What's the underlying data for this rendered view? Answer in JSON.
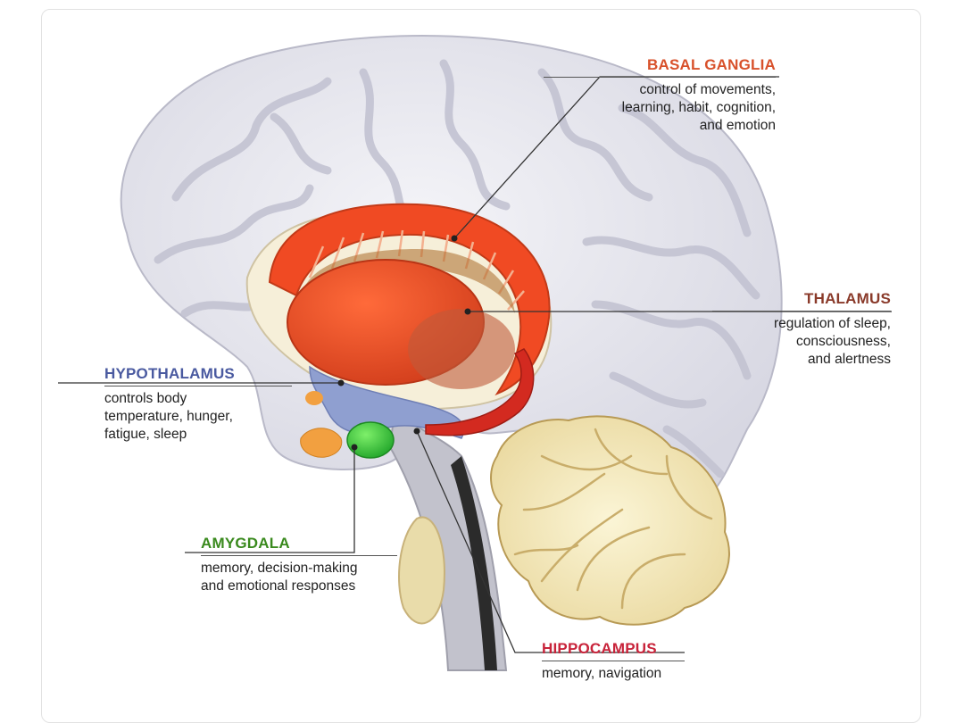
{
  "diagram": {
    "labels": {
      "basal_ganglia": {
        "title": "BASAL GANGLIA",
        "desc": [
          "control of movements,",
          "learning, habit, cognition,",
          "and emotion"
        ]
      },
      "thalamus": {
        "title": "THALAMUS",
        "desc": [
          "regulation of sleep,",
          "consciousness,",
          "and alertness"
        ]
      },
      "hypothalamus": {
        "title": "HYPOTHALAMUS",
        "desc": [
          "controls body",
          "temperature, hunger,",
          "fatigue, sleep"
        ]
      },
      "amygdala": {
        "title": "AMYGDALA",
        "desc": [
          "memory, decision-making",
          "and emotional responses"
        ]
      },
      "hippocampus": {
        "title": "HIPPOCAMPUS",
        "desc": [
          "memory, navigation"
        ]
      }
    },
    "colors": {
      "cortex": "#e6e6ee",
      "cortex_fold": "#c9c9d6",
      "basal_ganglia": "#f04a23",
      "thalamus_inner": "#e55a2c",
      "hypothalamus": "#8f9fd0",
      "amygdala": "#35c23a",
      "hippocampus": "#d32a20",
      "cerebellum": "#f5ecc3",
      "brainstem": "#bdbdc6"
    }
  }
}
